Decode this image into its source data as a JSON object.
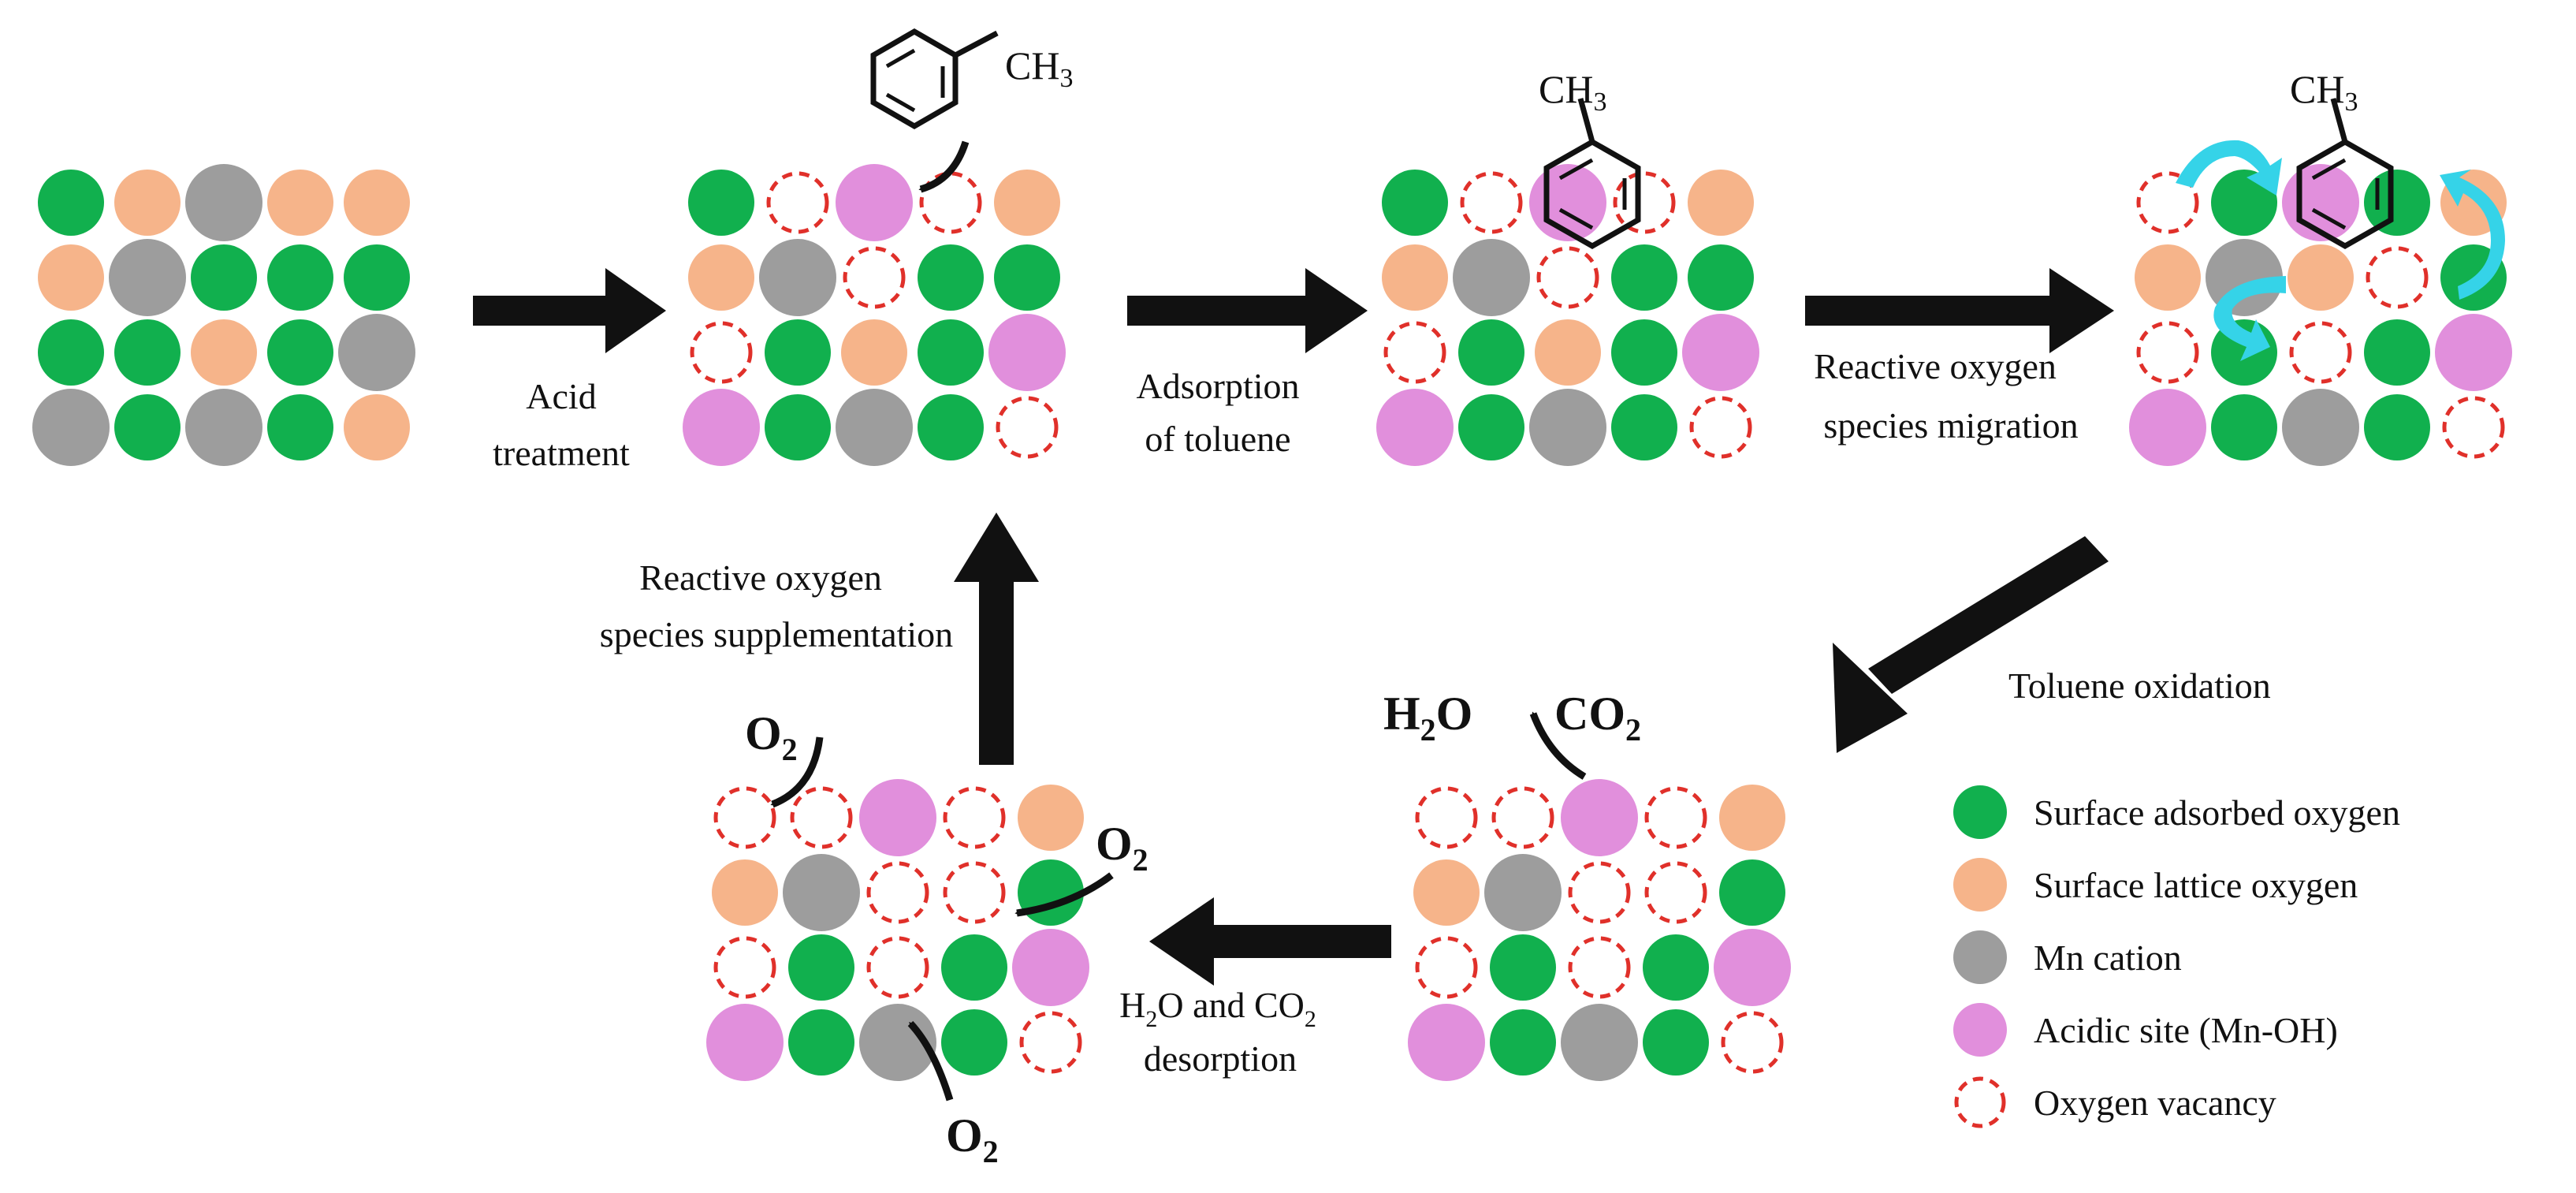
{
  "palette": {
    "adsorbed": "#11b04e",
    "lattice": "#f6b48a",
    "mn": "#9d9d9d",
    "acidic": "#e18fdc",
    "vacancy": "#e0302a",
    "arrow": "#111111",
    "migration": "#35d3e8"
  },
  "grids": [
    {
      "name": "grid-initial-surface",
      "rows": [
        "GLMLL",
        "LMGGG",
        "GGLGM",
        "MGMGL"
      ]
    },
    {
      "name": "grid-acid-treated-surface",
      "rows": [
        "GVAVL",
        "LMVGG",
        "VGLGA",
        "AGMGV"
      ]
    },
    {
      "name": "grid-toluene-adsorbed",
      "rows": [
        "GVAVL",
        "LMVGG",
        "VGLGA",
        "AGMGV"
      ]
    },
    {
      "name": "grid-oxygen-migration",
      "rows": [
        "VGAGL",
        "LMLVG",
        "VGVGA",
        "AGMGV"
      ]
    },
    {
      "name": "grid-after-oxidation",
      "rows": [
        "VVAVL",
        "LMVVG",
        "VGVGA",
        "AGMGV"
      ]
    },
    {
      "name": "grid-after-desorption",
      "rows": [
        "VVAVL",
        "LMVVG",
        "VGVGA",
        "AGMGV"
      ]
    }
  ],
  "molecules": {
    "methyl_1": "CH",
    "methyl_2": "CH",
    "methyl_3": "CH",
    "methyl_sub": "3"
  },
  "labels": {
    "acid_line1": "Acid",
    "acid_line2": "treatment",
    "adsorption_line1": "Adsorption",
    "adsorption_line2": "of toluene",
    "migration_line1": "Reactive oxygen",
    "migration_line2": "species migration",
    "oxidation": "Toluene oxidation",
    "supplement_line1": "Reactive oxygen",
    "supplement_line2": "species supplementation",
    "desorption_line1_a": "H",
    "desorption_line1_b": "O and CO",
    "desorption_line2": "desorption",
    "sub_2": "2"
  },
  "species": {
    "h2o_a": "H",
    "h2o_b": "O",
    "co2": "CO",
    "o2": "O",
    "sub_2": "2"
  },
  "legend": {
    "items": [
      {
        "label": "Surface adsorbed oxygen",
        "kind": "adsorbed"
      },
      {
        "label": "Surface lattice oxygen",
        "kind": "lattice"
      },
      {
        "label": "Mn cation",
        "kind": "mn"
      },
      {
        "label": "Acidic site (Mn-OH)",
        "kind": "acidic"
      },
      {
        "label": "Oxygen vacancy",
        "kind": "vacancy"
      }
    ]
  }
}
